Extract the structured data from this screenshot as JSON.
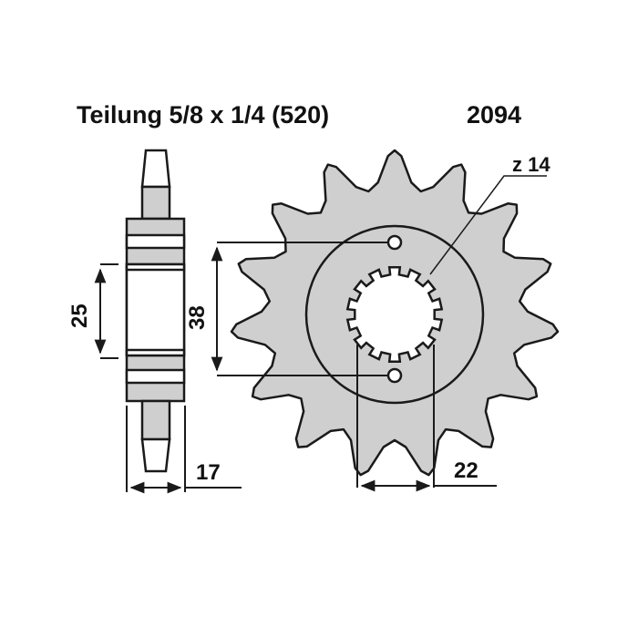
{
  "header": {
    "pitch_label": "Teilung 5/8 x 1/4 (520)",
    "part_number": "2094"
  },
  "dimensions": {
    "hub_height": "25",
    "bolt_spacing": "38",
    "width": "17",
    "spline_diameter": "22",
    "teeth": "z 14"
  },
  "colors": {
    "fill": "#cfcfcf",
    "stroke": "#1a1a1a"
  }
}
